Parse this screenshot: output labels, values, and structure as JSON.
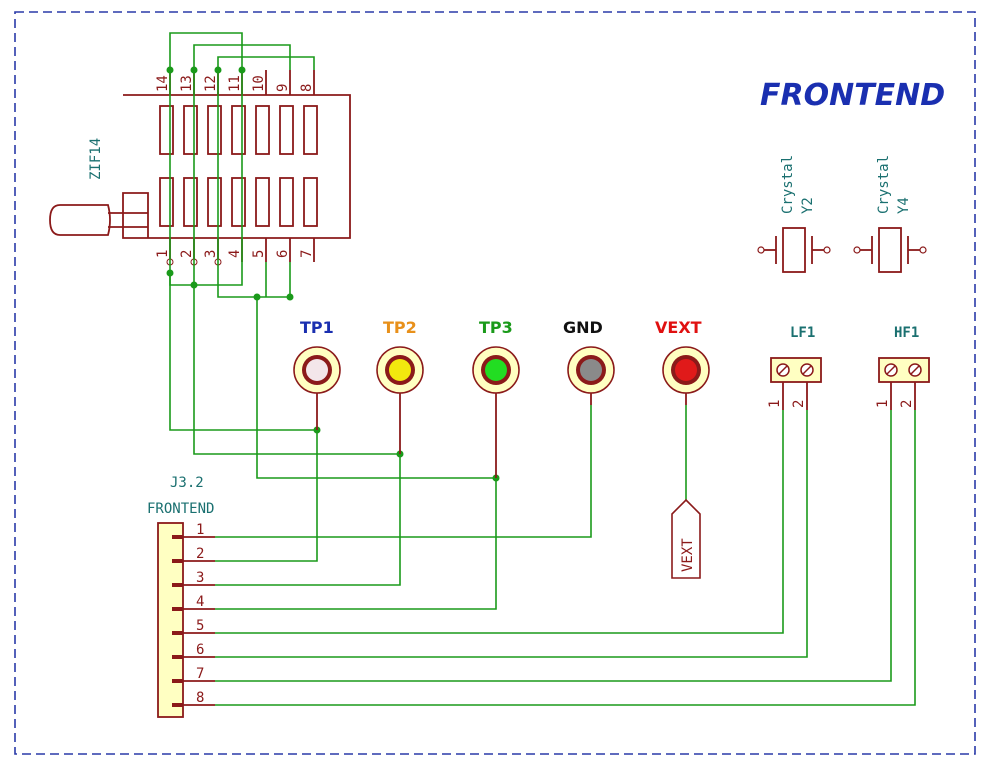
{
  "title": "FRONTEND",
  "zif": {
    "ref": "ZIF14",
    "top_pins": [
      "14",
      "13",
      "12",
      "11",
      "10",
      "9",
      "8"
    ],
    "bottom_pins": [
      "1",
      "2",
      "3",
      "4",
      "5",
      "6",
      "7"
    ]
  },
  "crystals": [
    {
      "value": "Crystal",
      "ref": "Y2"
    },
    {
      "value": "Crystal",
      "ref": "Y4"
    }
  ],
  "test_points": [
    {
      "label": "TP1",
      "label_color": "#1a2fb0",
      "fill": "#f3e6ea"
    },
    {
      "label": "TP2",
      "label_color": "#e8901a",
      "fill": "#f2e80e"
    },
    {
      "label": "TP3",
      "label_color": "#1a9a1a",
      "fill": "#22dd22"
    },
    {
      "label": "GND",
      "label_color": "#111111",
      "fill": "#8a8a8a"
    },
    {
      "label": "VEXT",
      "label_color": "#e01010",
      "fill": "#e01a1a"
    }
  ],
  "terminals": [
    {
      "ref": "LF1",
      "pins": [
        "1",
        "2"
      ]
    },
    {
      "ref": "HF1",
      "pins": [
        "1",
        "2"
      ]
    }
  ],
  "connector": {
    "ref": "J3.2",
    "value": "FRONTEND",
    "pins": [
      "1",
      "2",
      "3",
      "4",
      "5",
      "6",
      "7",
      "8"
    ]
  },
  "power_label": "VEXT"
}
